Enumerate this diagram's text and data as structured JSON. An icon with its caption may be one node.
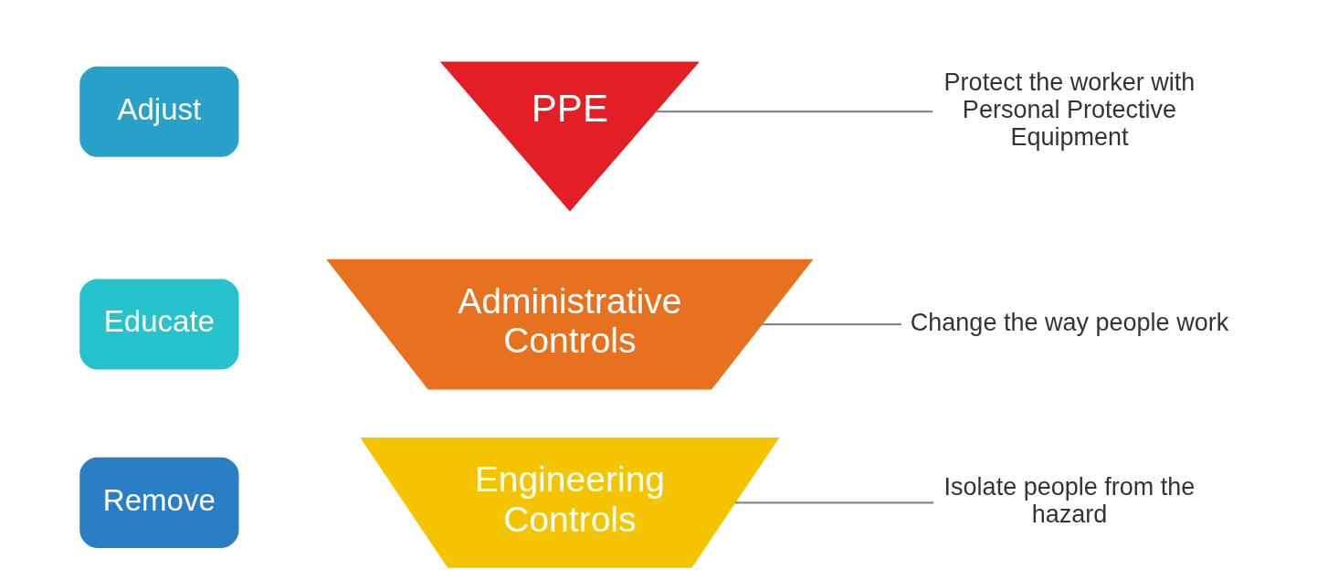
{
  "diagram": {
    "nodes": [
      {
        "text": [
          "Remove"
        ]
      },
      {
        "text": [
          "Engineering Controls"
        ]
      },
      {
        "text": [
          "Isolate people from the hazard"
        ]
      },
      {
        "text": [
          "Educate"
        ]
      },
      {
        "text": [
          "Administrative Controls"
        ]
      },
      {
        "text": [
          "Change the way people work"
        ]
      },
      {
        "text": [
          "Adjust"
        ]
      },
      {
        "text": [
          "PPE"
        ]
      },
      {
        "text": [
          "Protect the worker with Personal Protective Equipment"
        ]
      }
    ],
    "edges": [
      {
        "from": 1,
        "to": 2,
        "arrow": "none"
      },
      {
        "from": 4,
        "to": 5,
        "arrow": "none"
      },
      {
        "from": 7,
        "to": 8,
        "arrow": "none"
      }
    ]
  }
}
